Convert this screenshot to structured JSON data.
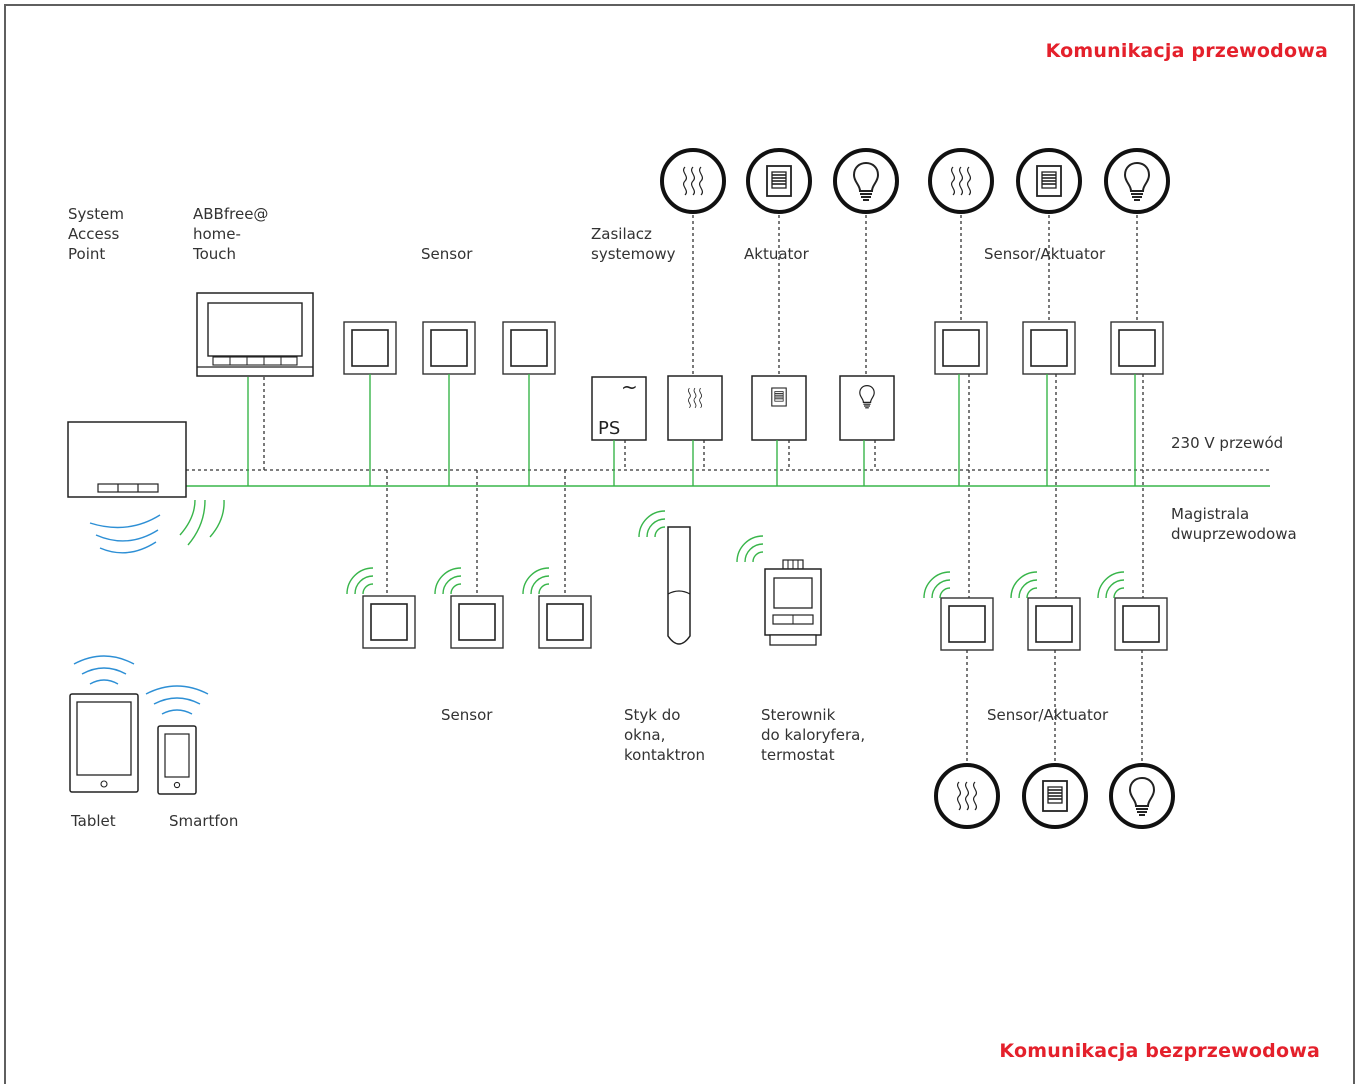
{
  "titles": {
    "wired": "Komunikacja przewodowa",
    "wireless": "Komunikacja bezprzewodowa"
  },
  "labels": {
    "system_access_point": "System\nAccess\nPoint",
    "abb_touch": "ABBfree@\nhome-\nTouch",
    "sensor_wired": "Sensor",
    "power_supply": "Zasilacz\nsystemowy",
    "actuator": "Aktuator",
    "sensor_actuator_wired": "Sensor/Aktuator",
    "line_230v": "230 V przewód",
    "bus_two_wire": "Magistrala\ndwuprzewodowa",
    "sensor_wireless": "Sensor",
    "window_contact": "Styk do\nokna,\nkontaktron",
    "radiator_controller": "Sterownik\ndo kaloryfera,\ntermostat",
    "sensor_actuator_wireless": "Sensor/Aktuator",
    "tablet": "Tablet",
    "smartphone": "Smartfon",
    "ps_text": "PS",
    "ps_symbol": "~"
  },
  "colors": {
    "accent_red": "#e4202b",
    "bus_green": "#38b54a",
    "wifi_blue": "#2d8fd5",
    "line_dark": "#333333"
  },
  "icons": [
    "heating-icon",
    "blind-icon",
    "bulb-icon"
  ]
}
